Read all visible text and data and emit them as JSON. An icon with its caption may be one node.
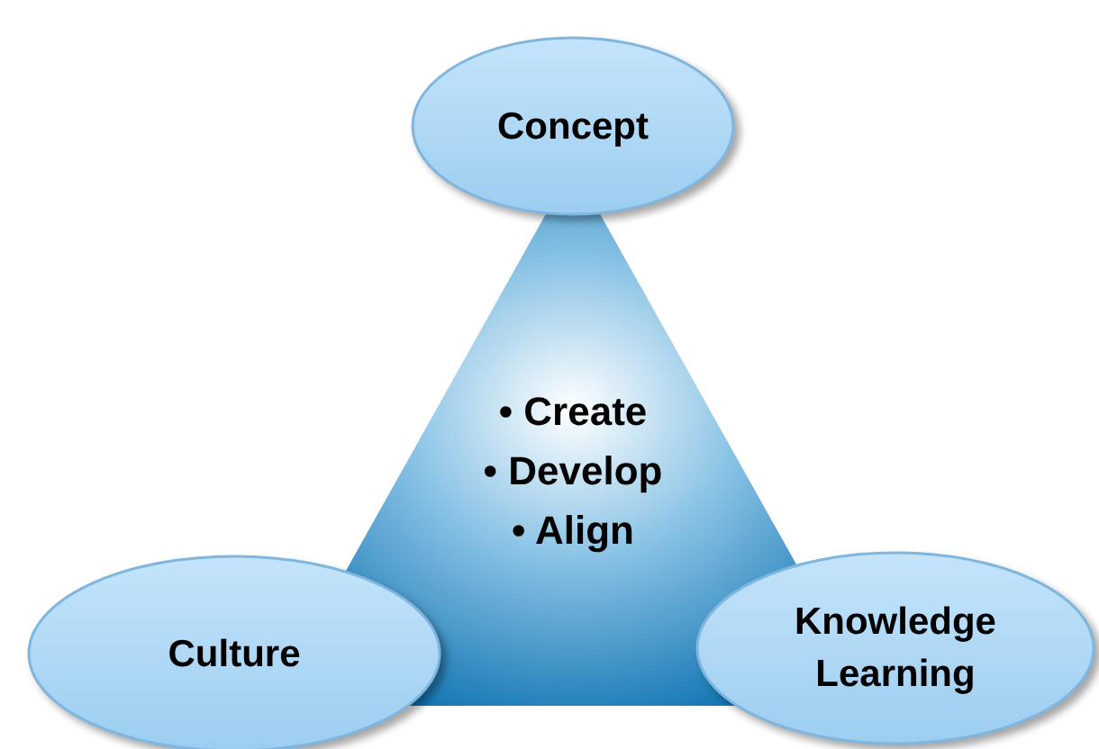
{
  "diagram": {
    "nodes": [
      {
        "text": [
          "• Create",
          "• Develop",
          "• Align"
        ]
      },
      {
        "text": [
          "Concept"
        ]
      },
      {
        "text": [
          "Culture"
        ]
      },
      {
        "text": [
          "Knowledge Learning"
        ]
      }
    ]
  }
}
